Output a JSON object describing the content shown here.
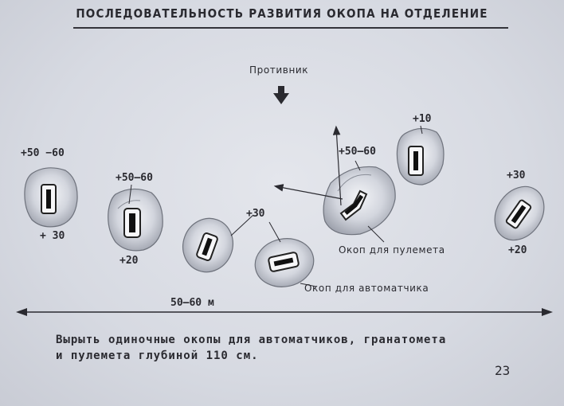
{
  "title": "ПОСЛЕДОВАТЕЛЬНОСТЬ РАЗВИТИЯ ОКОПА НА ОТДЕЛЕНИЕ",
  "enemy_label": "Противник",
  "trench_labels": {
    "t1_top": "+50 −60",
    "t1_bottom": "+ 30",
    "t2_top": "+50—60",
    "t2_bottom": "+20",
    "t3_top": "+30",
    "mg_top": "+50—60",
    "t5_top": "+10",
    "t6_top": "+30",
    "t6_bottom": "+20"
  },
  "callouts": {
    "machine_gun": "Окоп для пулемета",
    "submachine_gunner": "Окоп для автоматчика"
  },
  "frontage_label": "50—60 м",
  "caption_line1": "Вырыть одиночные окопы для автоматчиков, гранатомета",
  "caption_line2": "и пулемета глубиной 110 см.",
  "page_number": "23"
}
